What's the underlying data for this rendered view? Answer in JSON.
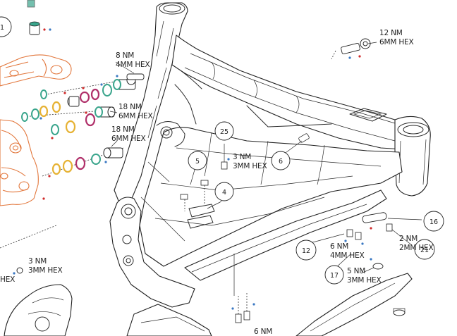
{
  "torque_labels": {
    "t12nm": {
      "torque": "12 NM",
      "tool": "6MM HEX"
    },
    "t8nm": {
      "torque": "8 NM",
      "tool": "4MM HEX"
    },
    "t18a": {
      "torque": "18 NM",
      "tool": "6MM HEX"
    },
    "t18b": {
      "torque": "18 NM",
      "tool": "6MM HEX"
    },
    "t3nm_top": {
      "torque": "3 NM",
      "tool": "3MM HEX"
    },
    "t2nm": {
      "torque": "2 NM",
      "tool": "2MM HEX"
    },
    "t6nm_mid": {
      "torque": "6 NM",
      "tool": "4MM HEX"
    },
    "t5nm": {
      "torque": "5 NM",
      "tool": "3MM HEX"
    },
    "t3nm_left": {
      "torque": "3 NM",
      "tool": "3MM HEX"
    },
    "t6nm_bottom": {
      "torque": "6 NM"
    },
    "left_hex_fragment": "HEX"
  },
  "callouts": {
    "c1": "1",
    "c25": "25",
    "c6": "6",
    "c5": "5",
    "c4": "4",
    "c16": "16",
    "c12": "12",
    "c21": "21",
    "c17": "17"
  },
  "colors": {
    "line": "#2a2a2a",
    "orange_part": "#e2763b",
    "teal_washer": "#3aa58c",
    "magenta_bushing": "#b0306a",
    "yellow_washer": "#e6b234",
    "red_point": "#d02a2a",
    "blue_point": "#3a78c2"
  }
}
